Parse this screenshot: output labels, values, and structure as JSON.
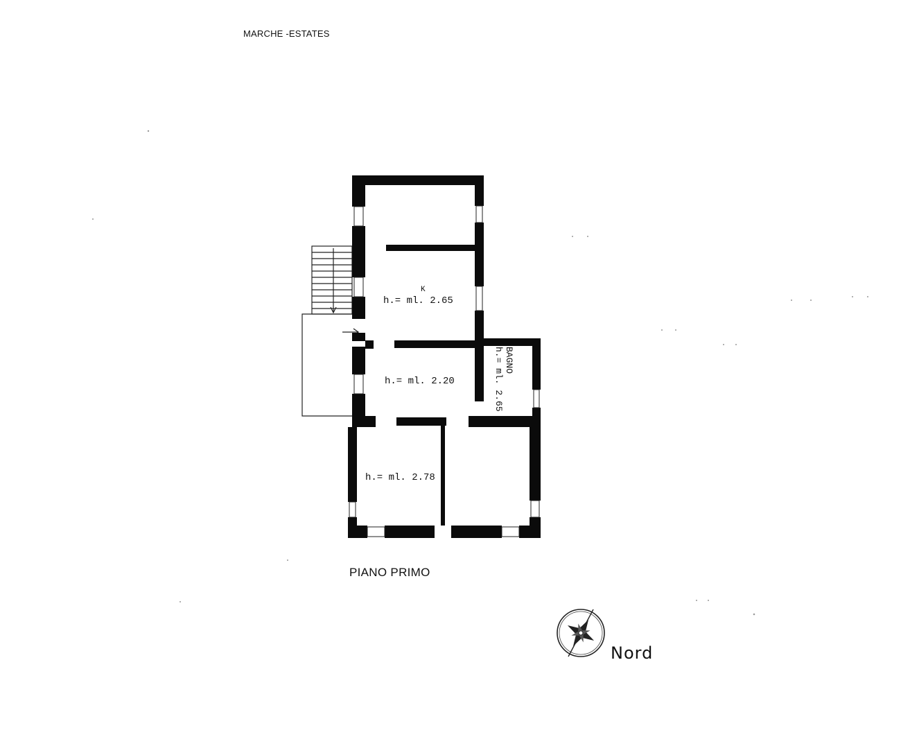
{
  "brand": "MARCHE -ESTATES",
  "plan_title": "PIANO PRIMO",
  "compass": {
    "label": "Nord",
    "icon": "compass-rose-icon"
  },
  "rooms": [
    {
      "id": "kitchen",
      "tag": "K",
      "height_label": "h.= ml. 2.65"
    },
    {
      "id": "middle",
      "height_label": "h.= ml. 2.20"
    },
    {
      "id": "bathroom",
      "name": "BAGNO",
      "height_label": "h.= ml. 2.65"
    },
    {
      "id": "bottom-left",
      "height_label": "h.= ml. 2.78"
    }
  ],
  "colors": {
    "wall": "#0b0b0b",
    "line": "#222222",
    "background": "#ffffff"
  }
}
